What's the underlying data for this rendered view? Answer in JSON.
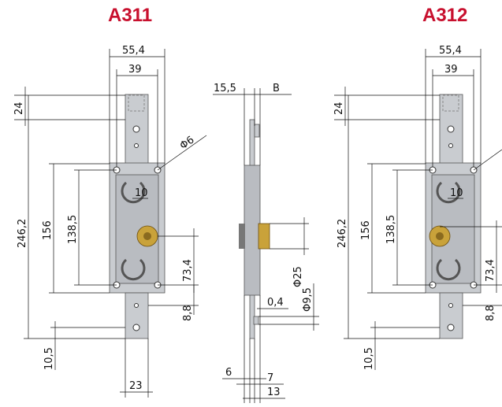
{
  "titles": {
    "left": "A311",
    "right": "A312"
  },
  "colors": {
    "title": "#c8102e",
    "steel": "#c9ccd0",
    "brass": "#c9a23a"
  },
  "left": {
    "w_outer": "55,4",
    "w_inner": "39",
    "top": "24",
    "height": "246,2",
    "h156": "156",
    "h138": "138,5",
    "d6": "Φ6",
    "d10": "10",
    "h73": "73,4",
    "h88": "8,8",
    "b105": "10,5",
    "b23": "23"
  },
  "side": {
    "top_left": "15,5",
    "top_right": "B",
    "d25": "Φ25",
    "t04": "0,4",
    "d95": "Φ9,5",
    "b6": "6",
    "b7": "7",
    "b13": "13"
  },
  "right": {
    "w_outer": "55,4",
    "w_inner": "39",
    "top": "24",
    "height": "246,2",
    "h156": "156",
    "h138": "138,5",
    "d10": "10",
    "h73": "73,4",
    "h88": "8,8",
    "b105": "10,5"
  }
}
